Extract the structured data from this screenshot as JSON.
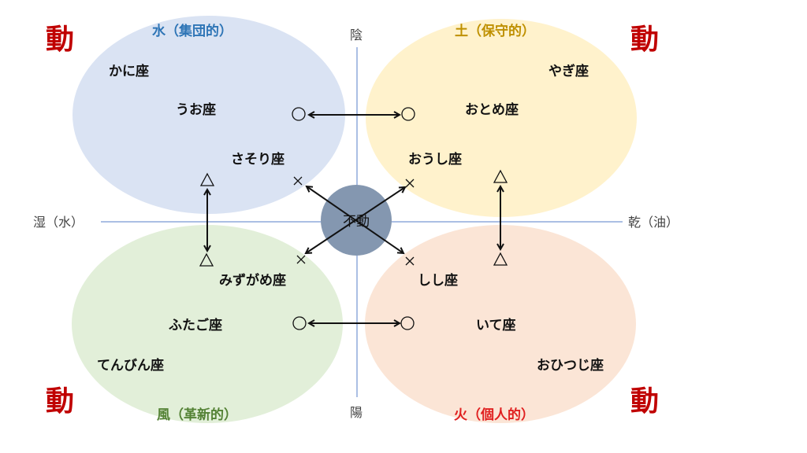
{
  "colors": {
    "water": "#dae3f3",
    "earth": "#fff2cc",
    "wind": "#e2efd9",
    "fire": "#fbe5d6",
    "center": "#8497b0",
    "axis": "#8faadc",
    "dou": "#c00000"
  },
  "corners": {
    "top_left": "動",
    "top_right": "動",
    "bottom_left": "動",
    "bottom_right": "動"
  },
  "axes": {
    "top": "陰",
    "bottom": "陽",
    "left": "湿（水）",
    "right": "乾（油）"
  },
  "center": {
    "label": "不動"
  },
  "groups": {
    "water": {
      "title": "水（集団的）",
      "signs": [
        "かに座",
        "うお座",
        "さそり座"
      ]
    },
    "earth": {
      "title": "土（保守的）",
      "signs": [
        "やぎ座",
        "おとめ座",
        "おうし座"
      ]
    },
    "wind": {
      "title": "風（革新的）",
      "signs": [
        "みずがめ座",
        "ふたご座",
        "てんびん座"
      ]
    },
    "fire": {
      "title": "火（個人的）",
      "signs": [
        "しし座",
        "いて座",
        "おひつじ座"
      ]
    }
  },
  "symbols": {
    "circle": "○",
    "triangle": "△",
    "cross": "×"
  }
}
